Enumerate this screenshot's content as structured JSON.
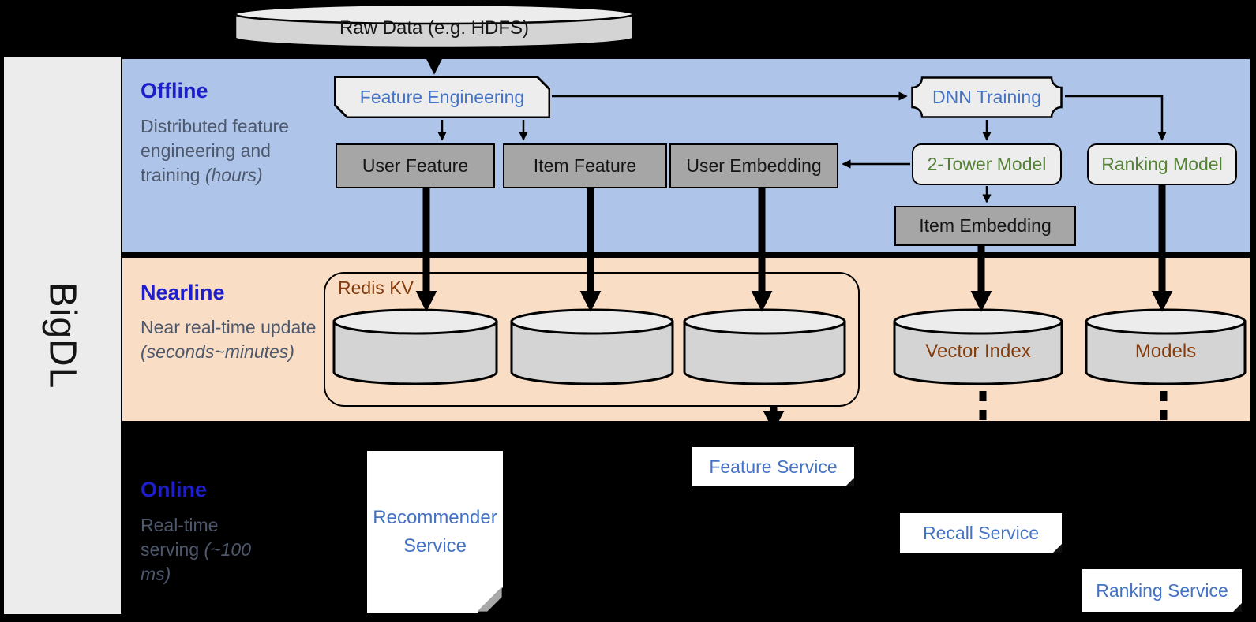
{
  "sidebar": {
    "logo": "BigDL"
  },
  "raw_data": {
    "label": "Raw Data (e.g. HDFS)"
  },
  "sections": {
    "offline": {
      "title": "Offline",
      "desc": "Distributed feature engineering and training",
      "note": "(hours)"
    },
    "nearline": {
      "title": "Nearline",
      "desc": "Near real-time update",
      "note": "(seconds~minutes)"
    },
    "online": {
      "title": "Online",
      "desc": "Real-time serving",
      "note": "(~100 ms)"
    }
  },
  "nodes": {
    "feature_engineering": "Feature Engineering",
    "dnn_training": "DNN Training",
    "user_feature": "User Feature",
    "item_feature": "Item Feature",
    "user_embedding": "User Embedding",
    "two_tower_model": "2-Tower Model",
    "ranking_model": "Ranking Model",
    "item_embedding": "Item Embedding",
    "redis_kv": "Redis KV",
    "vector_index": "Vector Index",
    "models": "Models",
    "recommender_service": "Recommender Service",
    "feature_service": "Feature Service",
    "recall_service": "Recall Service",
    "ranking_service": "Ranking Service"
  },
  "edges": [
    {
      "from": "raw_data",
      "to": "feature_engineering",
      "style": "thick"
    },
    {
      "from": "feature_engineering",
      "to": "user_feature",
      "style": "thin"
    },
    {
      "from": "feature_engineering",
      "to": "item_feature",
      "style": "thin"
    },
    {
      "from": "feature_engineering",
      "to": "dnn_training",
      "style": "thin"
    },
    {
      "from": "dnn_training",
      "to": "two_tower_model",
      "style": "thin"
    },
    {
      "from": "dnn_training",
      "to": "ranking_model",
      "style": "thin"
    },
    {
      "from": "two_tower_model",
      "to": "user_embedding",
      "style": "thin"
    },
    {
      "from": "two_tower_model",
      "to": "item_embedding",
      "style": "thin"
    },
    {
      "from": "user_feature",
      "to": "redis_kv",
      "style": "thick"
    },
    {
      "from": "item_feature",
      "to": "redis_kv",
      "style": "thick"
    },
    {
      "from": "user_embedding",
      "to": "redis_kv",
      "style": "thick"
    },
    {
      "from": "item_embedding",
      "to": "vector_index",
      "style": "thick"
    },
    {
      "from": "ranking_model",
      "to": "models",
      "style": "thick"
    },
    {
      "from": "redis_kv",
      "to": "feature_service",
      "style": "thick-dashed"
    },
    {
      "from": "vector_index",
      "to": "recall_service",
      "style": "thick-dashed"
    },
    {
      "from": "models",
      "to": "ranking_service",
      "style": "thick-dashed"
    }
  ],
  "colors": {
    "offline_bg": "#aec4e8",
    "nearline_bg": "#f9ddc4",
    "online_bg": "#000000",
    "section_title": "#1e1ecb",
    "section_desc": "#4d586c",
    "node_blue": "#4472c4",
    "node_green": "#548235",
    "node_brown": "#843c0c",
    "box_dark": "#a6a6a6",
    "box_light": "#ededed",
    "cylinder_body": "#d4d4d4",
    "cylinder_top": "#ececec",
    "service_bg": "#ffffff",
    "sidebar_bg": "#ececec",
    "outline": "#000000"
  }
}
